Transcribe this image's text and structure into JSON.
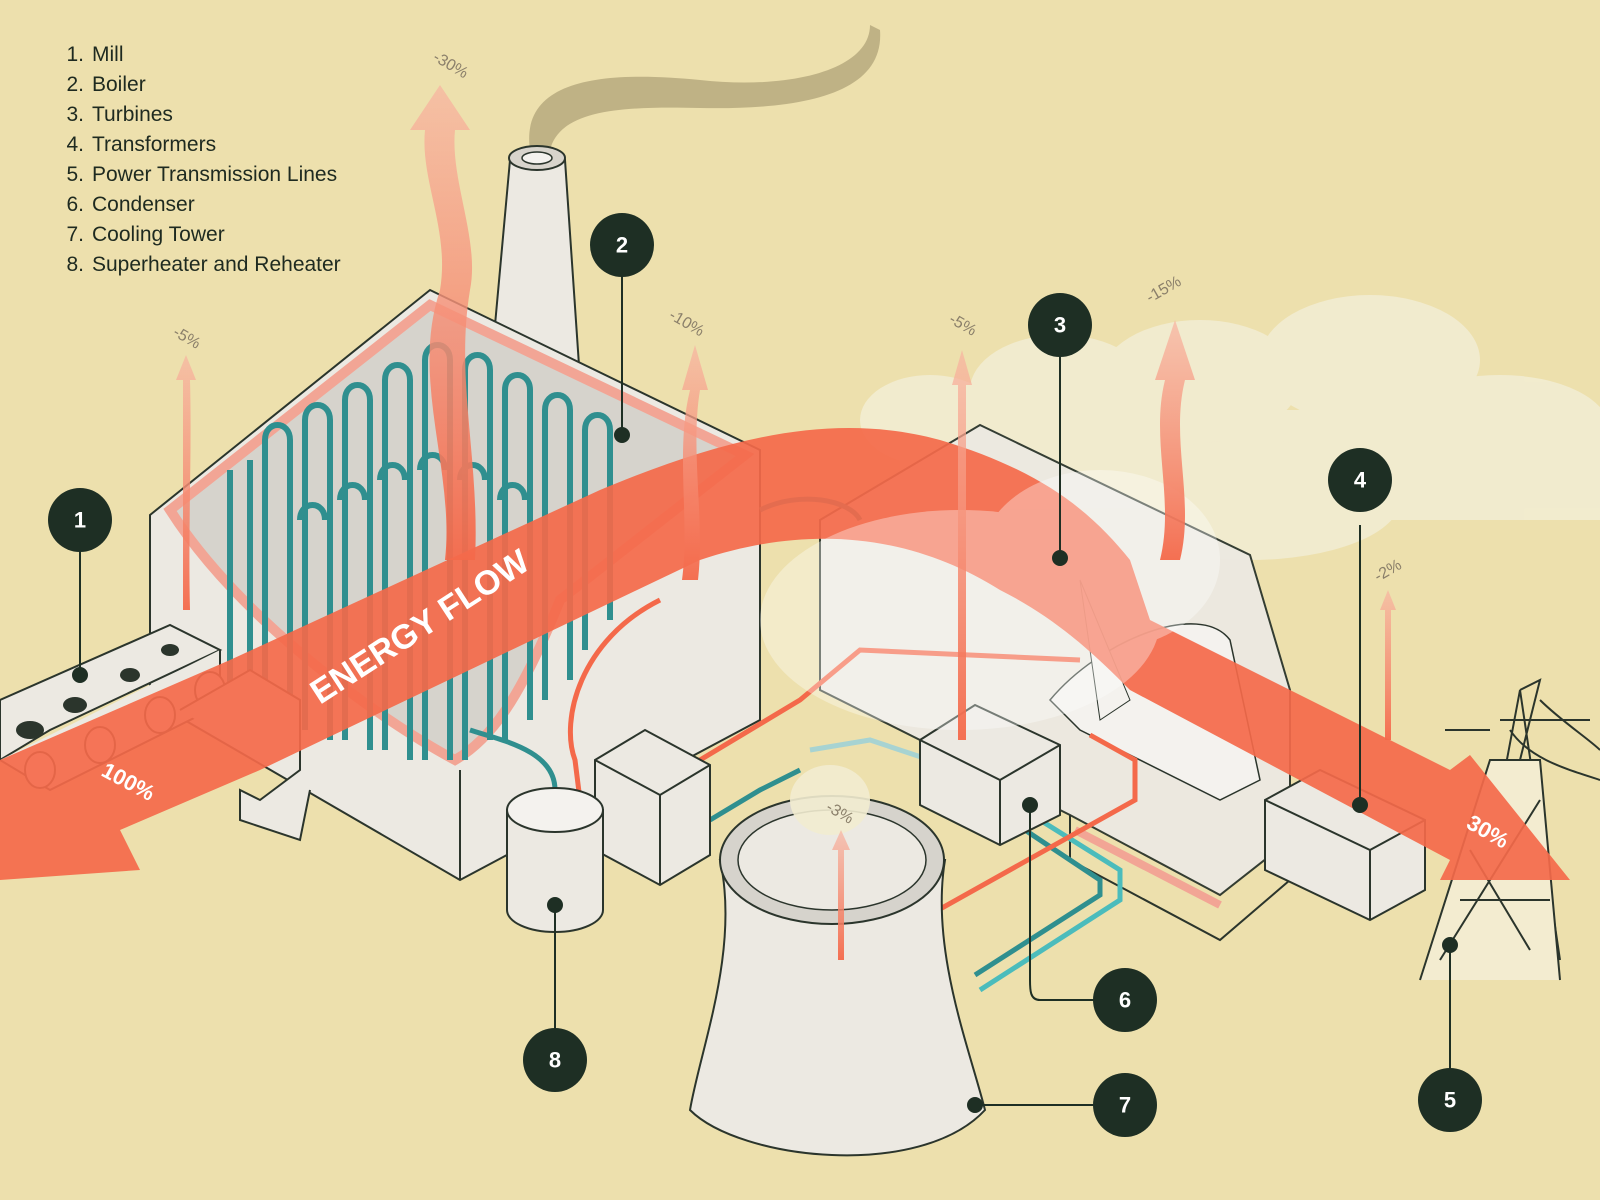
{
  "legend": [
    {
      "num": "1.",
      "label": "Mill"
    },
    {
      "num": "2.",
      "label": "Boiler"
    },
    {
      "num": "3.",
      "label": "Turbines"
    },
    {
      "num": "4.",
      "label": "Transformers"
    },
    {
      "num": "5.",
      "label": "Power Transmission Lines"
    },
    {
      "num": "6.",
      "label": "Condenser"
    },
    {
      "num": "7.",
      "label": "Cooling Tower"
    },
    {
      "num": "8.",
      "label": "Superheater and Reheater"
    }
  ],
  "flow": {
    "label": "ENERGY FLOW",
    "input_pct": "100%",
    "output_pct": "30%"
  },
  "losses": {
    "mill": "-5%",
    "boiler_stack": "-30%",
    "boiler": "-10%",
    "turbine_left": "-5%",
    "turbine": "-15%",
    "transformer": "-2%",
    "cooling": "-3%"
  },
  "badges": [
    "1",
    "2",
    "3",
    "4",
    "5",
    "6",
    "7",
    "8"
  ],
  "colors": {
    "background": "#ede0ad",
    "energy_flow": "#f4694a",
    "water_pipe": "#2f8f8f",
    "badge": "#1e2f24"
  }
}
